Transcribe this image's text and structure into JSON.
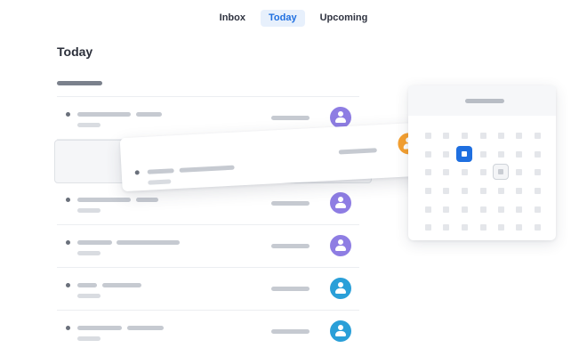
{
  "tabs": [
    {
      "label": "Inbox",
      "active": false
    },
    {
      "label": "Today",
      "active": true
    },
    {
      "label": "Upcoming",
      "active": false
    }
  ],
  "page_title": "Today",
  "colors": {
    "accent": "#1f6fe0",
    "avatar_purple": "#8e7de3",
    "avatar_blue": "#2a9fd8",
    "avatar_orange": "#f5a030"
  },
  "tasks": [
    {
      "avatar_color": "avatar_purple",
      "avatar_icon": "user-icon"
    },
    {
      "avatar_color": "avatar_purple",
      "avatar_icon": "user-icon"
    },
    {
      "avatar_color": "avatar_purple",
      "avatar_icon": "user-icon"
    },
    {
      "avatar_color": "avatar_blue",
      "avatar_icon": "user-icon"
    },
    {
      "avatar_color": "avatar_blue",
      "avatar_icon": "user-icon"
    }
  ],
  "dragged_task": {
    "avatar_color": "avatar_orange",
    "avatar_icon": "user-icon"
  },
  "calendar": {
    "columns": 7,
    "rows": 6,
    "selected_cell": {
      "row": 1,
      "col": 2
    },
    "hover_cell": {
      "row": 2,
      "col": 4
    }
  }
}
